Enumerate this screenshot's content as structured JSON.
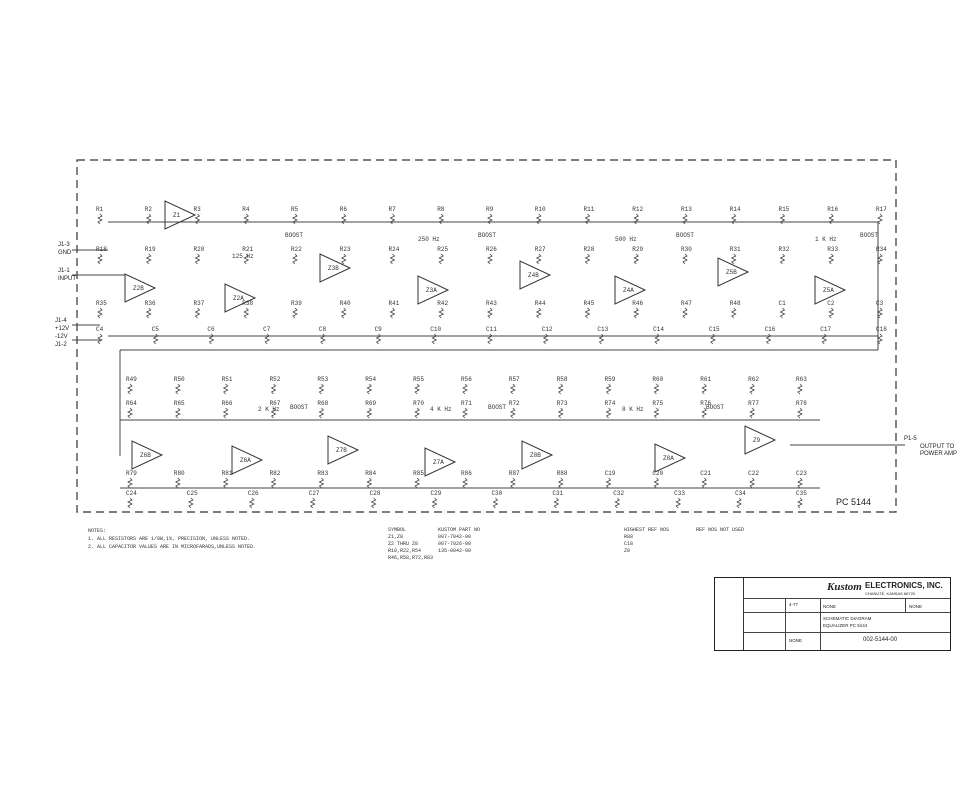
{
  "title_block": {
    "company": "ELECTRONICS, INC.",
    "logo": "Kustom",
    "address": "CHANUTE, KANSAS 66720",
    "material": "NONE",
    "finish": "NONE",
    "title_line1": "SCHEMATIC DIAGRAM",
    "title_line2": "EQUALIZER PC 5144",
    "drawing_no": "002-5144-00",
    "scale": "NONE",
    "date": "4-77"
  },
  "pc_number": "PC 5144",
  "notes": {
    "heading": "NOTES:",
    "lines": [
      "1. ALL RESISTORS ARE 1/8W,1%, PRECISION, UNLESS NOTED.",
      "2. ALL CAPACITOR VALUES ARE IN MICROFARADS,UNLESS NOTED."
    ]
  },
  "parts_table": {
    "symbol_header": "SYMBOL",
    "part_header": "KUSTOM PART NO",
    "symbols": [
      "Z1,Z8",
      "Z2 THRU Z8",
      "R10,R22,R54",
      "R46,R58,R72,R83"
    ],
    "part_numbers": [
      "007-7042-00",
      "007-7026-00",
      "135-0042-00",
      ""
    ]
  },
  "highest_ref": {
    "header": "HIGHEST REF NOS",
    "values": [
      "R88",
      "C18",
      "Z8"
    ]
  },
  "ref_not_used": {
    "header": "REF NOS NOT USED"
  },
  "connectors": {
    "gnd": "GND",
    "input": "INPUT",
    "plus12": "+12V",
    "minus12": "-12V",
    "output": "OUTPUT TO POWER AMP",
    "j1": "J1-3",
    "j2": "J1-1",
    "j3": "J1-4",
    "j4": "J1-2",
    "p5": "P1-5"
  },
  "band_labels": [
    "125 Hz",
    "250 Hz",
    "500 Hz",
    "1 K Hz",
    "2 K Hz",
    "4 K Hz",
    "8 K Hz"
  ],
  "boost_label": "BOOST",
  "opamps_top": [
    "Z1",
    "Z2B",
    "Z2A",
    "Z3B",
    "Z3A",
    "Z4B",
    "Z4A",
    "Z5B",
    "Z5A"
  ],
  "opamps_bottom": [
    "Z6B",
    "Z6A",
    "Z7B",
    "Z7A",
    "Z8B",
    "Z8A",
    "Z9"
  ],
  "components_top": [
    "R1",
    "R2",
    "R3",
    "R4",
    "R5",
    "R6",
    "R7",
    "R8",
    "R9",
    "R10",
    "R11",
    "R12",
    "R13",
    "R14",
    "R15",
    "R16",
    "R17",
    "R18",
    "R19",
    "R20",
    "R21",
    "R22",
    "R23",
    "R24",
    "R25",
    "R26",
    "R27",
    "R28",
    "R29",
    "R30",
    "R31",
    "R32",
    "R33",
    "R34",
    "R35",
    "R36",
    "R37",
    "R38",
    "R39",
    "R40",
    "R41",
    "R42",
    "R43",
    "R44",
    "R45",
    "R46",
    "R47",
    "R48",
    "C1",
    "C2",
    "C3",
    "C4",
    "C5",
    "C6",
    "C7",
    "C8",
    "C9",
    "C10",
    "C11",
    "C12",
    "C13",
    "C14",
    "C15",
    "C16",
    "C17",
    "C18"
  ],
  "components_bottom": [
    "R49",
    "R50",
    "R51",
    "R52",
    "R53",
    "R54",
    "R55",
    "R56",
    "R57",
    "R58",
    "R59",
    "R60",
    "R61",
    "R62",
    "R63",
    "R64",
    "R65",
    "R66",
    "R67",
    "R68",
    "R69",
    "R70",
    "R71",
    "R72",
    "R73",
    "R74",
    "R75",
    "R76",
    "R77",
    "R78",
    "R79",
    "R80",
    "R81",
    "R82",
    "R83",
    "R84",
    "R85",
    "R86",
    "R87",
    "R88",
    "C19",
    "C20",
    "C21",
    "C22",
    "C23",
    "C24",
    "C25",
    "C26",
    "C27",
    "C28",
    "C29",
    "C30",
    "C31",
    "C32",
    "C33",
    "C34",
    "C35"
  ]
}
